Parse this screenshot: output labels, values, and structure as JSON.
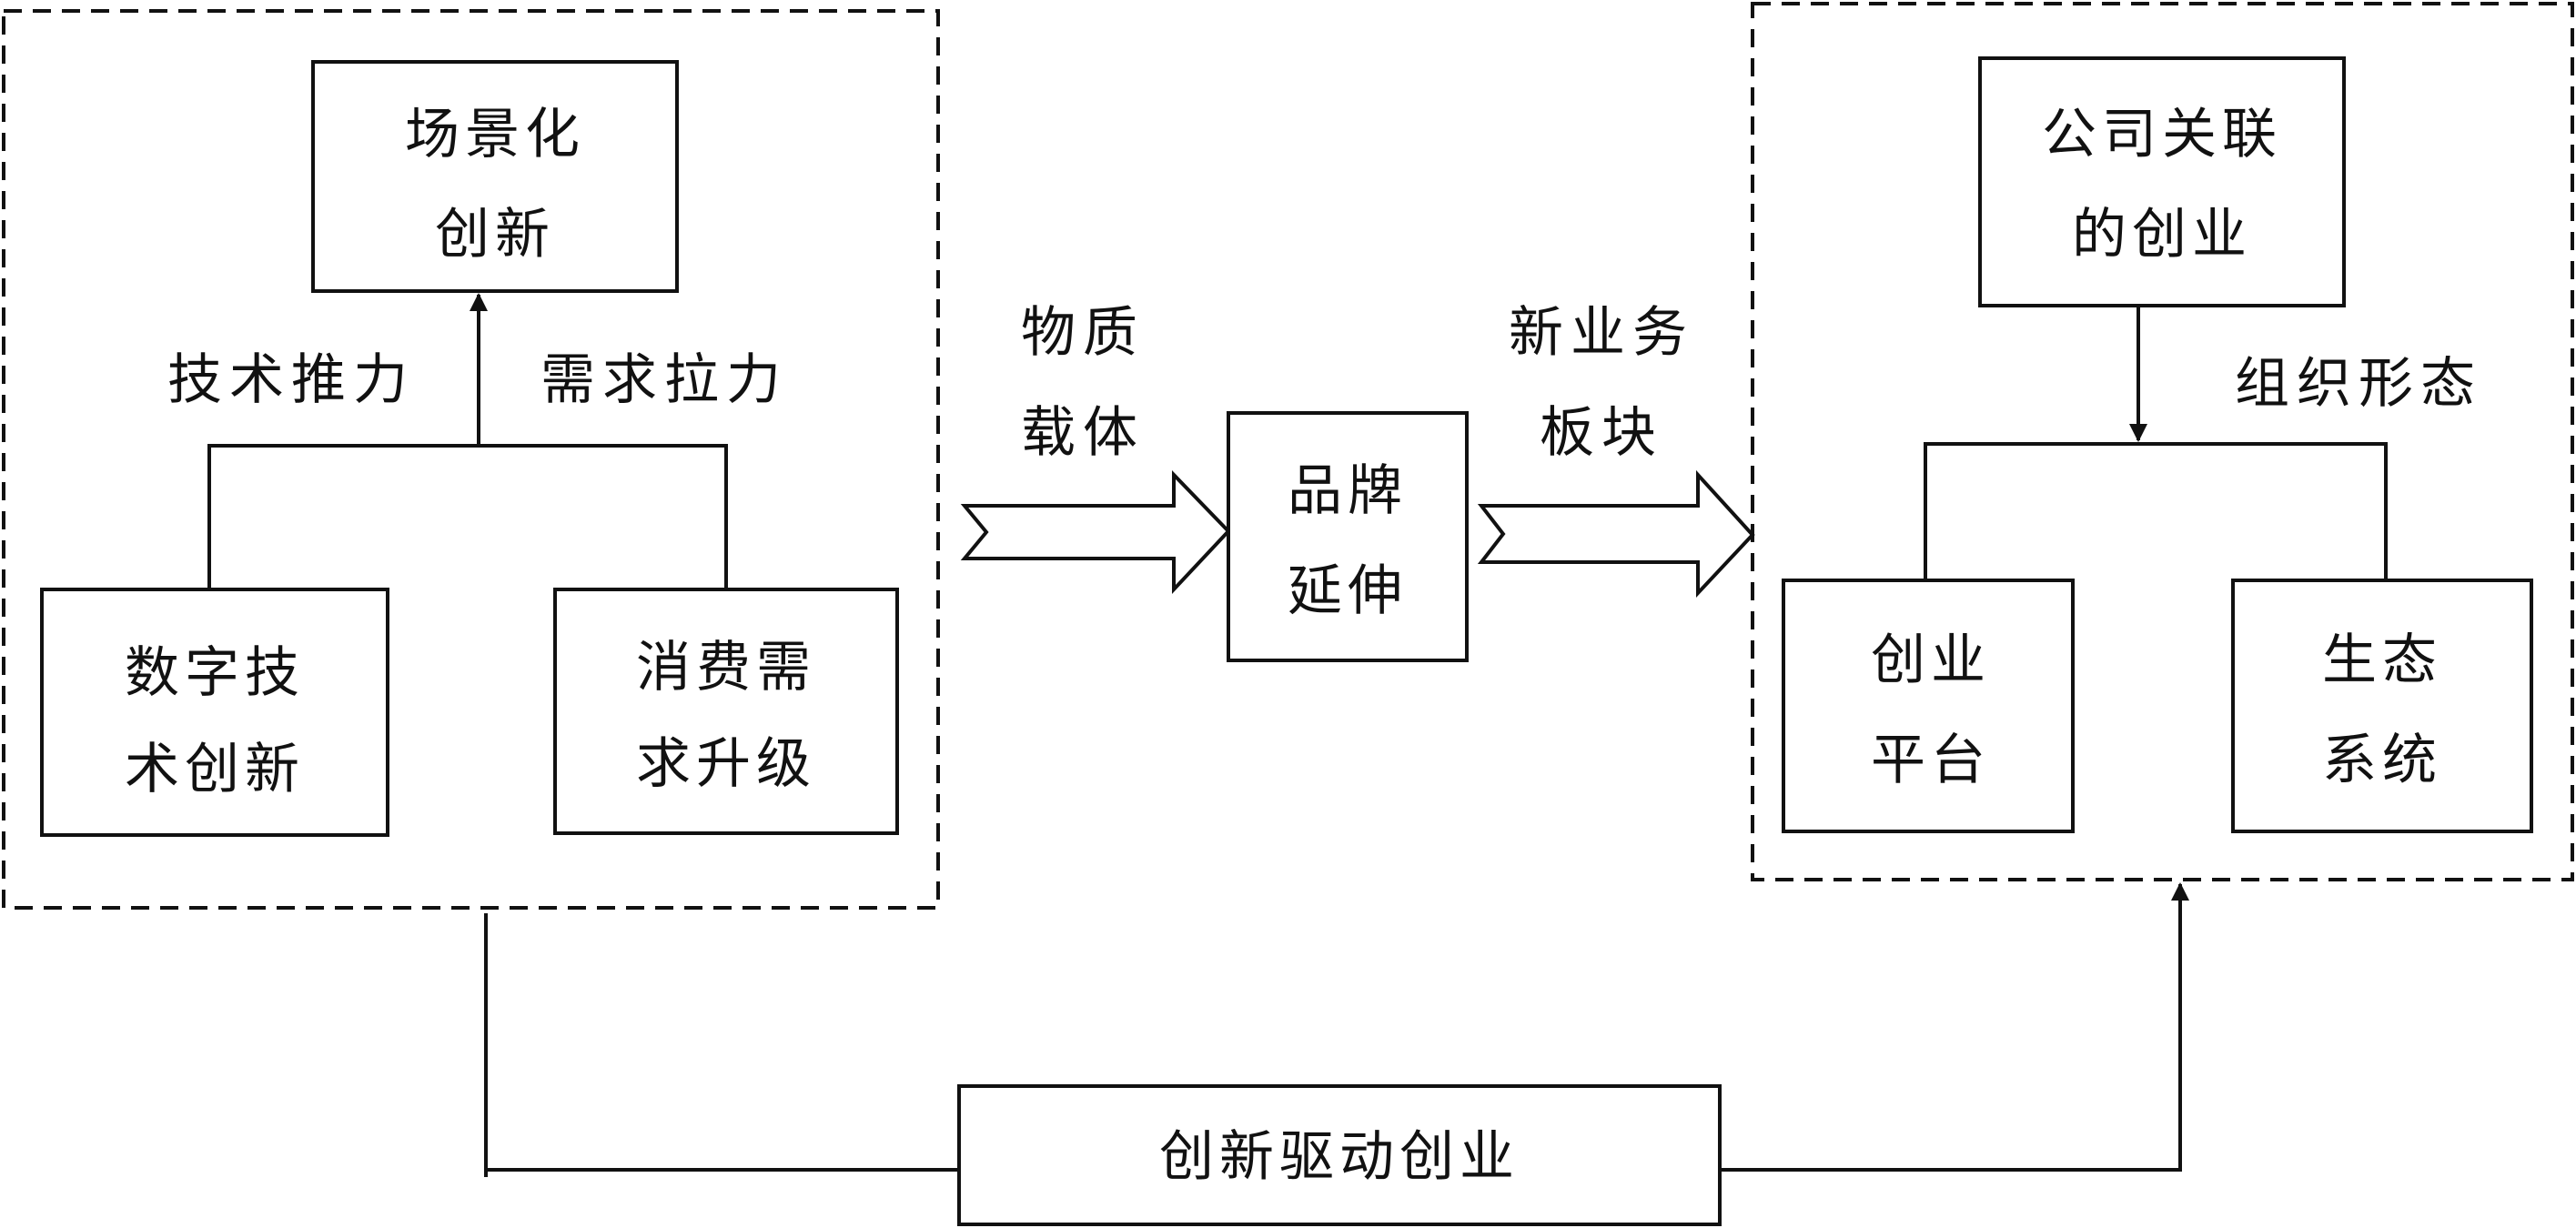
{
  "diagram": {
    "nodes": {
      "scenario_innovation": [
        "场景化",
        "创新"
      ],
      "digital_tech_innovation": [
        "数字技",
        "术创新"
      ],
      "consumer_demand_upgrade": [
        "消费需",
        "求升级"
      ],
      "brand_extension": [
        "品牌",
        "延伸"
      ],
      "company_related_venture": [
        "公司关联",
        "的创业"
      ],
      "venture_platform": [
        "创业",
        "平台"
      ],
      "ecosystem": [
        "生态",
        "系统"
      ],
      "innovation_driven_venture": [
        "创新驱动创业"
      ]
    },
    "labels": {
      "tech_push": [
        "技术推力"
      ],
      "demand_pull": [
        "需求拉力"
      ],
      "material_carrier": [
        "物质",
        "载体"
      ],
      "new_business_segment": [
        "新业务",
        "板块"
      ],
      "organization_form": [
        "组织形态"
      ]
    }
  }
}
